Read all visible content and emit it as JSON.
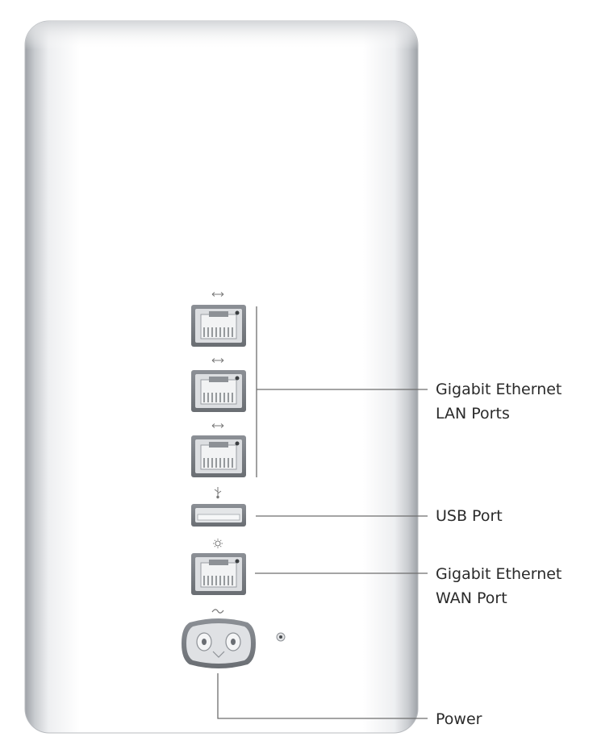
{
  "callouts": {
    "lan": {
      "line1": "Gigabit Ethernet",
      "line2": "LAN Ports"
    },
    "usb": {
      "line1": "USB Port"
    },
    "wan": {
      "line1": "Gigabit Ethernet",
      "line2": "WAN Port"
    },
    "power": {
      "line1": "Power"
    }
  },
  "colors": {
    "body": "#ffffff",
    "body_edge": "#b8bbbf",
    "port_frame": "#7d8186",
    "port_inner": "#d9dbde",
    "callout_line": "#6e6e6e",
    "label_text": "#2a2a2a"
  },
  "icons": {
    "lan_ports": "ethernet-arrows-icon",
    "usb_port": "usb-trident-icon",
    "wan_port": "wan-sun-icon",
    "power_port": "ac-tilde-icon",
    "reset_button": "reset-button-icon"
  }
}
